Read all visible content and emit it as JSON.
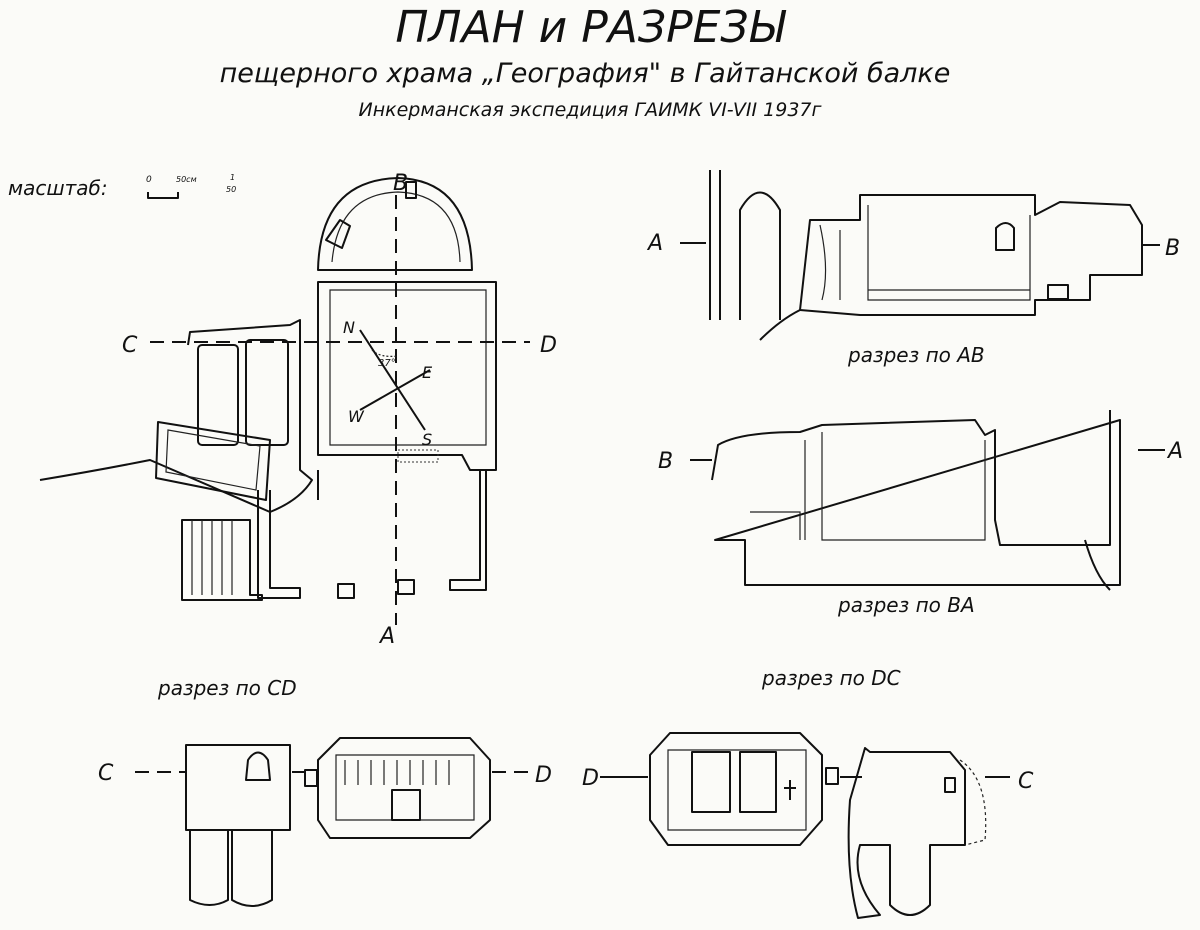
{
  "title": "ПЛАН и РАЗРЕЗЫ",
  "subtitle": "пещерного храма „География\" в Гайтанской балке",
  "expedition": "Инкерманская экспедиция ГАИМК VI-VII 1937г",
  "scale": {
    "label": "масштаб:",
    "zero": "0",
    "length": "50см",
    "ratio_num": "1",
    "ratio_den": "50"
  },
  "plan": {
    "axis_labels": {
      "top": "В",
      "bottom": "А",
      "left": "C",
      "right": "D"
    },
    "compass": {
      "n": "N",
      "e": "E",
      "s": "S",
      "w": "W",
      "angle": "37°"
    }
  },
  "sections": {
    "ab": {
      "caption": "разрез по АВ",
      "left": "А",
      "right": "В"
    },
    "ba": {
      "caption": "разрез по ВА",
      "left": "В",
      "right": "А"
    },
    "cd": {
      "caption": "разрез по CD",
      "left": "C",
      "right": "D"
    },
    "dc": {
      "caption": "разрез по DC",
      "left": "D",
      "right": "C"
    }
  }
}
